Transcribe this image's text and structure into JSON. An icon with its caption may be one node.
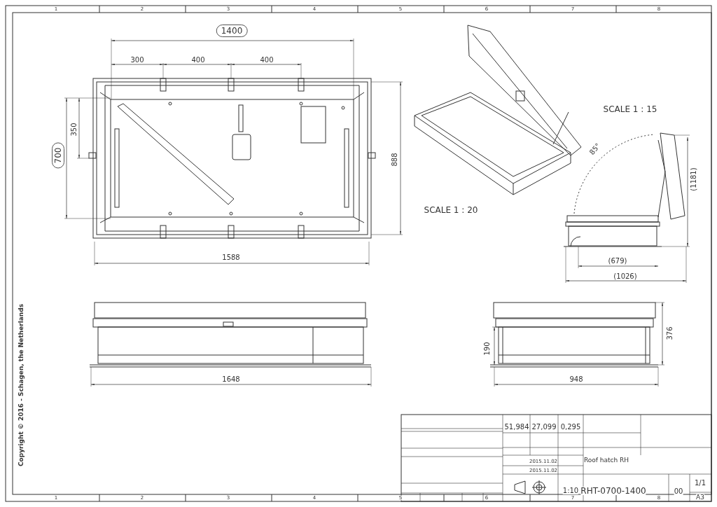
{
  "diagram": {
    "labels": [
      "1",
      "2",
      "3",
      "4",
      "5",
      "6",
      "7",
      "8",
      "1400",
      "300",
      "400",
      "400",
      "SCALE 1 : 15",
      "700",
      "350",
      "888",
      "85°",
      "(1181)",
      "SCALE 1 : 20",
      "1588",
      "(679)",
      "(1026)",
      "376",
      "190",
      "1648",
      "948",
      "1",
      "2",
      "3",
      "4",
      "5",
      "6",
      "7",
      "8",
      "51,984",
      "27,099",
      "0,295",
      "2015.11.02",
      "2015.11.02",
      "Roof hatch RH",
      "1:10",
      "RHT-0700-1400",
      "00",
      "1/1",
      "A3",
      "Copyright © 2016 - Schagen, the Netherlands"
    ]
  }
}
